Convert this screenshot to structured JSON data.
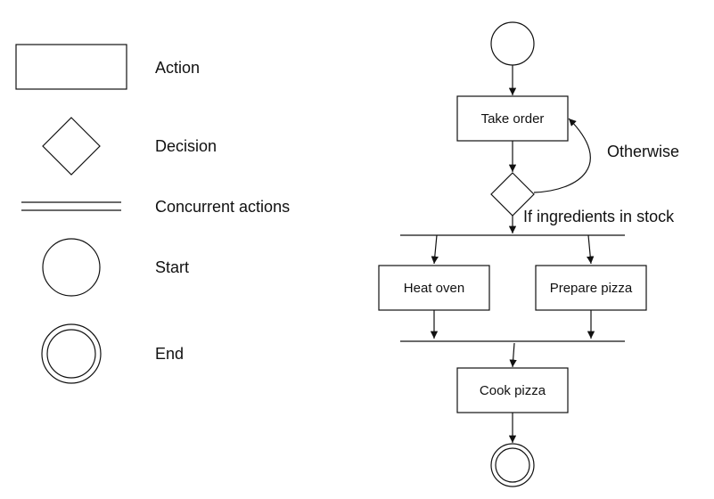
{
  "legend": {
    "action": "Action",
    "decision": "Decision",
    "concurrent": "Concurrent actions",
    "start": "Start",
    "end": "End"
  },
  "flow": {
    "nodes": {
      "take_order": "Take order",
      "heat_oven": "Heat oven",
      "prepare_pizza": "Prepare pizza",
      "cook_pizza": "Cook pizza"
    },
    "edges": {
      "otherwise": "Otherwise",
      "in_stock": "If ingredients in stock"
    }
  },
  "colors": {
    "stroke": "#111111",
    "background": "#ffffff"
  }
}
